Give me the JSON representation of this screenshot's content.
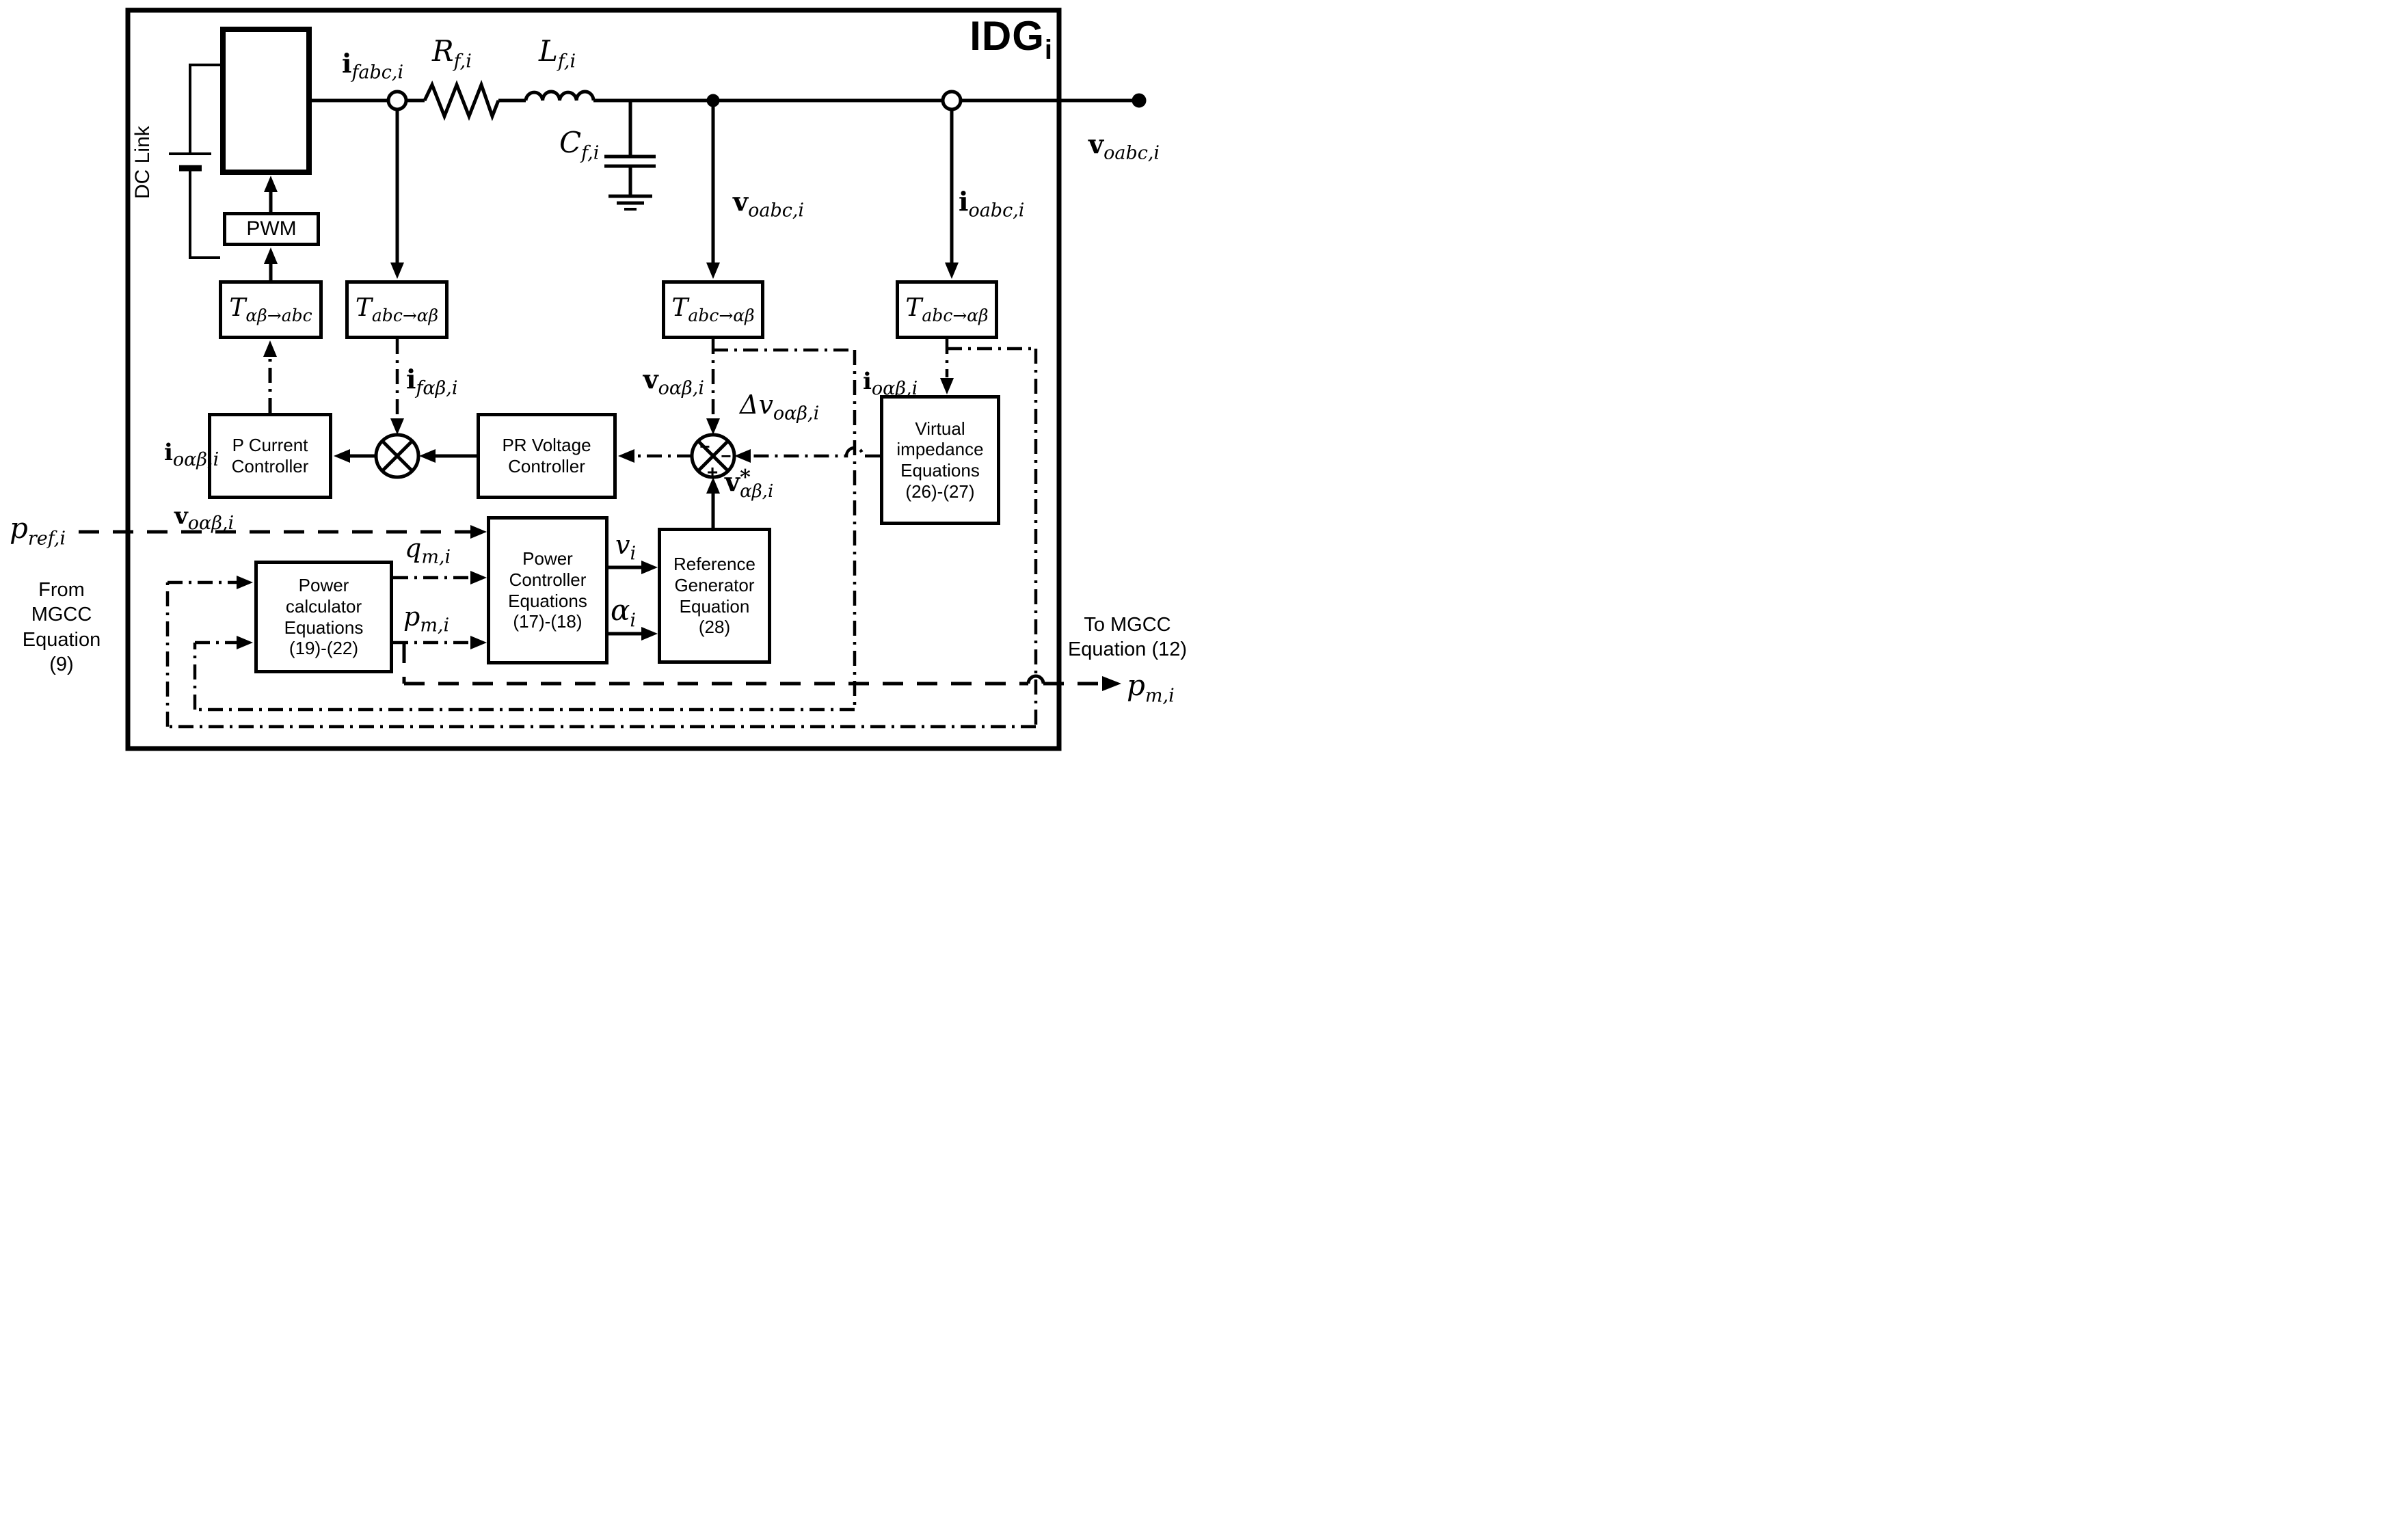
{
  "colors": {
    "ink": "#000000",
    "background": "#ffffff"
  },
  "title": {
    "main": "IDG",
    "sub": "i"
  },
  "blocks": {
    "pwm": {
      "label": "PWM"
    },
    "t_ab_abc": {
      "main": "T",
      "sub": "αβ→abc"
    },
    "t_abc_ab_f": {
      "main": "T",
      "sub": "abc→αβ"
    },
    "t_abc_ab_v": {
      "main": "T",
      "sub": "abc→αβ"
    },
    "t_abc_ab_i": {
      "main": "T",
      "sub": "abc→αβ"
    },
    "p_current": {
      "lines": [
        "P Current",
        "Controller"
      ]
    },
    "pr_voltage": {
      "lines": [
        "PR Voltage",
        "Controller"
      ]
    },
    "virtual_impedance": {
      "lines": [
        "Virtual",
        "impedance",
        "Equations",
        "(26)-(27)"
      ]
    },
    "power_calculator": {
      "lines": [
        "Power",
        "calculator",
        "Equations",
        "(19)-(22)"
      ]
    },
    "power_controller": {
      "lines": [
        "Power",
        "Controller",
        "Equations",
        "(17)-(18)"
      ]
    },
    "reference_generator": {
      "lines": [
        "Reference",
        "Generator",
        "Equation",
        "(28)"
      ]
    }
  },
  "labels": {
    "dc_link": "DC Link",
    "i_fabc": {
      "main": "i",
      "sub": "fabc,i"
    },
    "r_f": {
      "main": "R",
      "sub": "f,i"
    },
    "l_f": {
      "main": "L",
      "sub": "f,i"
    },
    "c_f": {
      "main": "C",
      "sub": "f,i"
    },
    "v_oabc_terminal": {
      "main": "v",
      "sub": "oabc,i"
    },
    "v_oabc_mid": {
      "main": "v",
      "sub": "oabc,i"
    },
    "i_oabc": {
      "main": "i",
      "sub": "oabc,i"
    },
    "v_oab": {
      "main": "v",
      "sub": "oαβ,i"
    },
    "i_oab_vi": {
      "main": "i",
      "sub": "oαβ,i"
    },
    "i_fab": {
      "main": "i",
      "sub": "fαβ,i"
    },
    "dv_oab": {
      "main": "Δv",
      "sub": "oαβ,i"
    },
    "v_star": {
      "main": "v",
      "sup": "*",
      "sub": "αβ,i"
    },
    "q_m": {
      "main": "q",
      "sub": "m,i"
    },
    "p_m_inner": {
      "main": "p",
      "sub": "m,i"
    },
    "p_m_out": {
      "main": "p",
      "sub": "m,i"
    },
    "v_i": {
      "main": "v",
      "sub": "i"
    },
    "alpha_i": {
      "main": "α",
      "sub": "i"
    },
    "p_ref": {
      "main": "p",
      "sub": "ref,i"
    },
    "i_oab_in": {
      "main": "i",
      "sub": "oαβ,i"
    },
    "v_oab_in": {
      "main": "v",
      "sub": "oαβ,i"
    },
    "from_mgcc": {
      "lines": [
        "From",
        "MGCC",
        "Equation",
        "(9)"
      ]
    },
    "to_mgcc": {
      "lines": [
        "To MGCC",
        "Equation (12)"
      ]
    },
    "sum_signs": {
      "top": "−",
      "right": "−",
      "bottom": "+"
    }
  }
}
